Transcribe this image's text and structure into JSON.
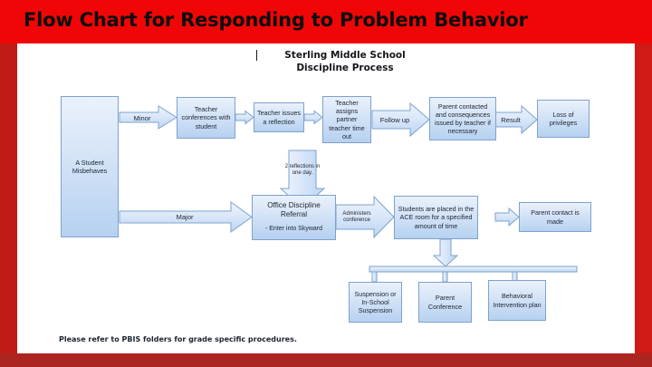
{
  "banner": {
    "title": "Flow Chart for Responding to Problem Behavior",
    "bg_color": "#f00606",
    "text_color": "#0e0e0e"
  },
  "frame": {
    "side_color": "#c11b17",
    "bottom_color": "#ad2520"
  },
  "diagram": {
    "title_line1": "Sterling Middle School",
    "title_line2": "Discipline Process",
    "footnote": "Please refer to PBIS folders for grade specific procedures.",
    "shape_fill_top": "#eaf1fb",
    "shape_fill_bottom": "#b6d1f0",
    "shape_border": "#7da2ce",
    "nodes": {
      "start": "A Student Misbehaves",
      "minor_label": "Minor",
      "major_label": "Major",
      "teacher_conference": "Teacher conferences with student",
      "teacher_reflection": "Teacher issues a reflection",
      "partner_timeout": "Teacher assigns partner teacher time out",
      "follow_up_label": "Follow up",
      "parent_contacted": "Parent contacted and consequences issued by teacher if necessary",
      "result_label": "Result",
      "loss_privileges": "Loss of privileges",
      "two_reflections": "2 reflections in one day.",
      "office_referral_main": "Office Discipline Referral",
      "office_referral_sub": "- Enter into Skyward",
      "administers_conference": "Administers conference",
      "ace_room": "Students are placed in the ACE room for a specified amount of time",
      "parent_contact_made": "Parent contact is made",
      "outcome_suspension": "Suspension or In-School Suspension",
      "outcome_parent_conference": "Parent Conference",
      "outcome_bip": "Behavioral Intervention plan"
    }
  }
}
